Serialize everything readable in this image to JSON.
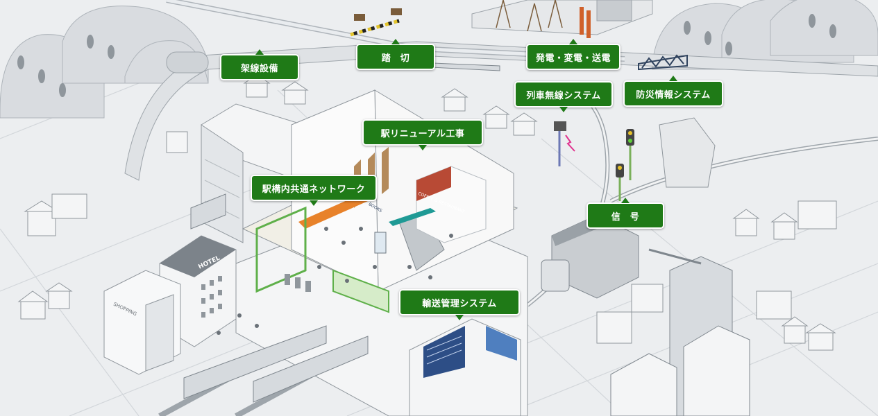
{
  "labels": {
    "overhead": "架線設備",
    "crossing": "踏　切",
    "power": "発電・変電・送電",
    "radio": "列車無線システム",
    "disaster": "防災情報システム",
    "renewal": "駅リニューアル工事",
    "network": "駅構内共通ネットワーク",
    "signal": "信　号",
    "transport": "輸送管理システム"
  },
  "signs": {
    "hotel": "HOTEL",
    "shopping": "SHOPPING",
    "coffee": "COFFEE & RESTAURANT",
    "books": "BOOKS"
  },
  "colors": {
    "label_bg": "#1f7a17",
    "background": "#eceef0",
    "station_green": "#5fb04a"
  }
}
